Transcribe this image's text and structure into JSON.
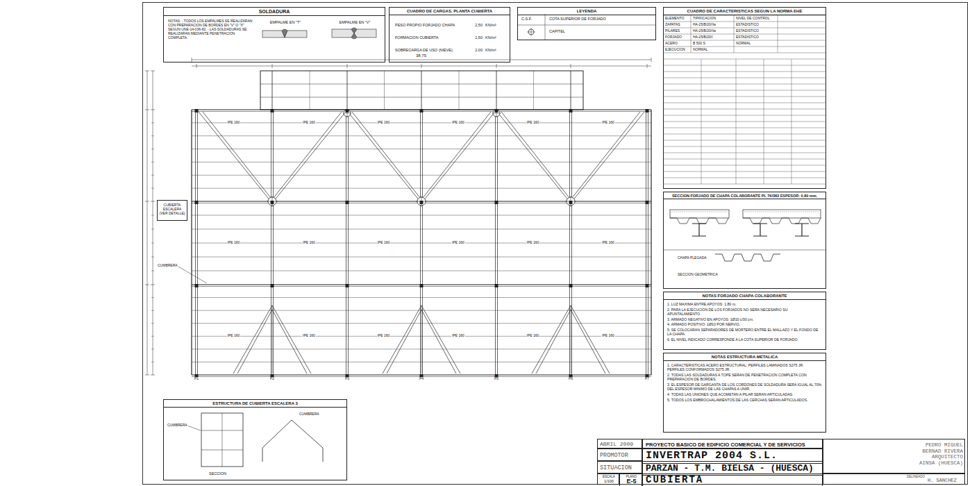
{
  "diagram": {
    "nodes": [
      {
        "text": [
          "SOLDADURA",
          "NOTAS: - TODOS LOS EMPALMES SE REALIZARAN CON PREPARACION DE BORDES EN \"V\" O \"X\" SEGUN UNE-14-036-82. - LAS SOLDADURAS SE REALIZARAN MEDIANTE PENETRACION COMPLETA.",
          "EMPALME EN \"T\"",
          "EMPALME EN \"V\""
        ]
      },
      {
        "text": [
          "CUADRO DE CARGAS. PLANTA CUBIERTA",
          "PESO PROPIO FORJADO CHAPA",
          "2,50",
          "KN/m²",
          "FORMACION CUBIERTA",
          "1,50",
          "KN/m²",
          "SOBRECARGA DE USO (NIEVE)",
          "2,00",
          "KN/m²"
        ]
      },
      {
        "text": [
          "LEYENDA"
        ]
      },
      {
        "text": [
          "CUADRO DE CARACTERISTICAS SEGUN LA NORMA EHE"
        ]
      },
      {
        "text": [
          "SECCION FORJADO DE CHAPA COLABORANTE PL 76/383 ESPESOR: 0,80 mm."
        ]
      },
      {
        "text": [
          "NOTAS FORJADO CHAPA COLABORANTE",
          "1. LUZ MAXIMA ENTRE APOYOS: 1,80 m.",
          "2. PARA LA EJECUCION DE LOS FORJADOS NO SERA NECESARIO SU APUNTALAMIENTO.",
          "3. ARMADO NEGATIVO EN APOYOS: 1Ø10 c/30 cm.",
          "4. ARMADO POSITIVO: 1Ø10 POR NERVIO.",
          "5. SE COLOCARAN SEPARADORES DE MORTERO ENTRE EL MALLAZO Y EL FONDO DE LA CHAPA.",
          "6. EL NIVEL INDICADO CORRESPONDE A LA COTA SUPERIOR DE FORJADO."
        ]
      },
      {
        "text": [
          "NOTAS ESTRUCTURA METALICA",
          "1. CARACTERISTICAS ACERO ESTRUCTURAL: PERFILES LAMINADOS S275 JR. PERFILES CONFORMADOS S275 JR.",
          "2. TODAS LAS SOLDADURAS A TOPE SERAN DE PENETRACION COMPLETA CON PREPARACION DE BORDES.",
          "3. EL ESPESOR DE GARGANTA DE LOS CORDONES DE SOLDADURA SERA IGUAL AL 70% DEL ESPESOR MINIMO DE LAS CHAPAS A UNIR.",
          "4. TODAS LAS UNIONES QUE ACOMETAN A PILAR SERAN ARTICULADAS.",
          "5. TODOS LOS EMBROCHALAMIENTOS DE LAS CERCHAS SERAN ARTICULADOS."
        ]
      },
      {
        "text": [
          "ESTRUCTURA DE CUBIERTA ESCALERA 3"
        ]
      },
      {
        "text": [
          "CUBIERTA ESCALERA (VER DETALLE)"
        ]
      },
      {
        "text": [
          "ABRIL 2009"
        ]
      },
      {
        "text": [
          "PROYECTO BASICO DE EDIFICIO COMERCIAL Y DE SERVICIOS"
        ]
      },
      {
        "text": [
          "PROMOTOR"
        ]
      },
      {
        "text": [
          "INVERTRAP 2004 S.L."
        ]
      },
      {
        "text": [
          "SITUACION"
        ]
      },
      {
        "text": [
          "PARZAN - T.M. BIELSA - (HUESCA)"
        ]
      },
      {
        "text": [
          "ESCALA",
          "1/100"
        ]
      },
      {
        "text": [
          "PLANO",
          "E-5"
        ]
      },
      {
        "text": [
          "CUBIERTA"
        ]
      },
      {
        "text": [
          "PEDRO MIGUEL BERNAD RIVERA ARQUITECTO AINSA (HUESCA)"
        ]
      },
      {
        "text": [
          "DELINEADO",
          "H. SANCHEZ"
        ]
      }
    ],
    "labels": [
      "38,75",
      "P1",
      "P2",
      "P3",
      "P4",
      "P5",
      "P6",
      "P7",
      "CUMBRERA",
      "IPE 160",
      "IPE 160",
      "IPE 160",
      "IPE 160",
      "IPE 160",
      "IPE 160",
      "IPE 160",
      "IPE 160",
      "IPE 160",
      "IPE 160",
      "IPE 160",
      "IPE 160",
      "IPE 160",
      "IPE 160",
      "IPE 160",
      "IPE 160",
      "IPE 160",
      "IPE 160",
      "C.S.F.",
      "CUMBRERA",
      "CUMBRERA",
      "SECCION",
      "CHAPA PLEGADA",
      "SECCION GEOMETRICA",
      "ELEMENTO",
      "TIPIFICACION",
      "NIVEL DE CONTROL",
      "ZAPATAS",
      "HA-25/B/20/IIa",
      "ESTADISTICO",
      "PILARES",
      "HA-25/B/20/IIa",
      "ESTADISTICO",
      "FORJADO",
      "HA-25/B/20/I",
      "ESTADISTICO",
      "ACERO",
      "B 500 S",
      "NORMAL",
      "EJECUCION",
      "NORMAL"
    ],
    "legend": [
      {
        "text": "COTA SUPERIOR DE FORJADO"
      },
      {
        "text": "CAPITEL"
      }
    ]
  }
}
